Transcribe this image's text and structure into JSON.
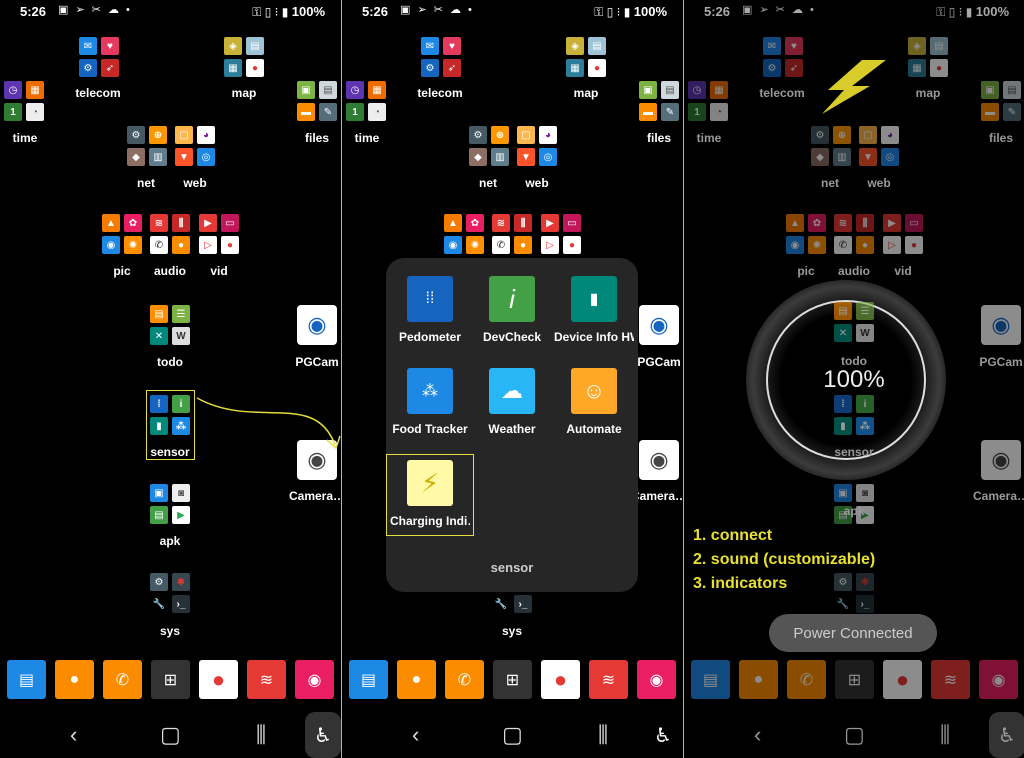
{
  "status": {
    "time": "5:26",
    "battery": "100%"
  },
  "folders": {
    "telecom": "telecom",
    "map": "map",
    "time": "time",
    "files": "files",
    "net": "net",
    "web": "web",
    "pic": "pic",
    "audio": "audio",
    "vid": "vid",
    "todo": "todo",
    "sensor": "sensor",
    "apk": "apk",
    "sys": "sys"
  },
  "apps": {
    "pgcam": "PGCam",
    "camera": "Camera…"
  },
  "popup": {
    "title": "sensor",
    "items": [
      "Pedometer",
      "DevCheck",
      "Device Info HW",
      "Food Tracker",
      "Weather",
      "Automate",
      "Charging Indi…"
    ]
  },
  "charging": {
    "percent": "100%"
  },
  "notes": [
    "1. connect",
    "2. sound (customizable)",
    "3. indicators"
  ],
  "toast": "Power Connected",
  "colors": {
    "accent": "#e8e030",
    "popup_bg": "#262626"
  }
}
